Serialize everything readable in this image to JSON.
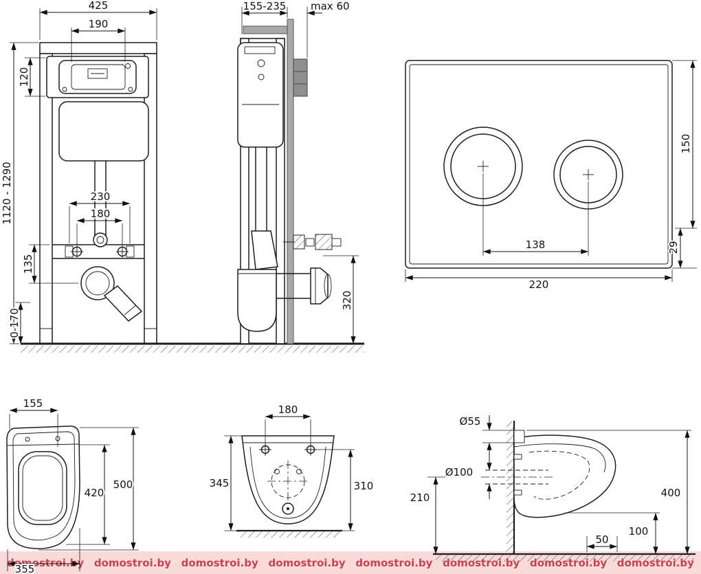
{
  "watermark": {
    "text": "domostroi.by",
    "text_color": "#c4454f",
    "band_color": "#f8dadb"
  },
  "views": {
    "frame_front": {
      "dims": {
        "frame_width": "425",
        "panel_width": "190",
        "panel_height": "120",
        "frame_height_range": "1120 - 1290",
        "fixing_span_outer": "230",
        "fixing_span_inner": "180",
        "bracket_to_outlet": "135",
        "outlet_adjust_range": "0-170"
      }
    },
    "frame_side": {
      "dims": {
        "depth_range": "155-235",
        "wall_thickness_max": "max 60",
        "outlet_height": "320"
      }
    },
    "flush_plate": {
      "dims": {
        "plate_height": "150",
        "button_edge_offset": "29",
        "button_spacing": "138",
        "plate_width": "220"
      }
    },
    "bowl_top": {
      "dims": {
        "rear_width": "155",
        "depth_inner": "420",
        "depth_total": "500",
        "bowl_width": "355"
      }
    },
    "bowl_mount": {
      "dims": {
        "bolt_spacing": "180",
        "length_total": "345",
        "length_inner": "310"
      }
    },
    "bowl_side": {
      "dims": {
        "inlet_diameter": "Ø55",
        "outlet_diameter": "Ø100",
        "outlet_center_height": "210",
        "mount_height": "400",
        "bottom_edge_height": "100",
        "outlet_offset": "50"
      }
    }
  }
}
